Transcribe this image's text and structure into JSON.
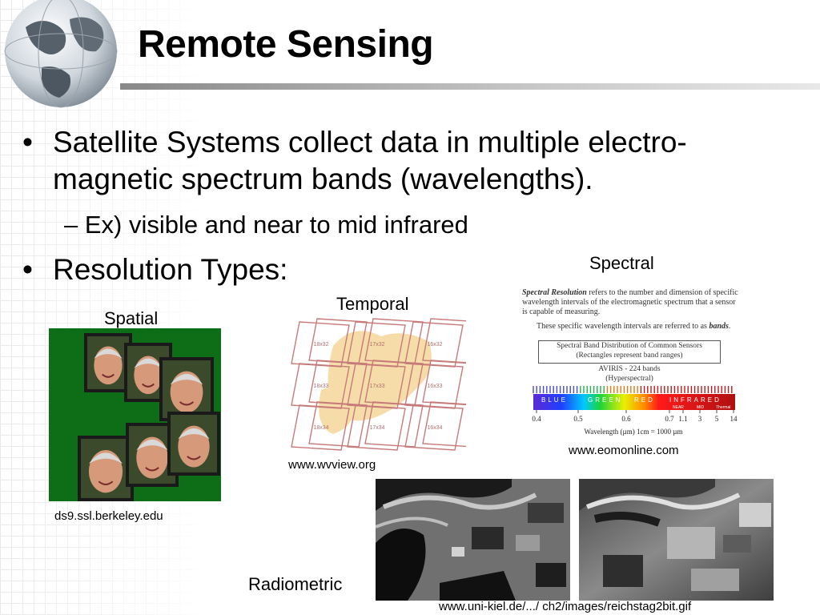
{
  "slide": {
    "title": "Remote Sensing",
    "bullets": [
      {
        "line1": "Satellite Systems collect data in multiple electro-",
        "line2": "magnetic spectrum bands (wavelengths)."
      },
      {
        "line1": "Resolution Types:"
      }
    ],
    "bullet_char": "•",
    "sub_bullets": [
      {
        "dash": "–",
        "text": "Ex) visible and near to mid infrared"
      }
    ]
  },
  "figures": {
    "spatial": {
      "label": "Spatial",
      "source": "ds9.ssl.berkeley.edu"
    },
    "temporal": {
      "label": "Temporal",
      "source": "www.wvview.org",
      "tiles": [
        "18x32",
        "17x32",
        "16x32",
        "18x33",
        "17x33",
        "16x33",
        "18x34",
        "17x34",
        "16x34"
      ]
    },
    "spectral": {
      "label": "Spectral",
      "source": "www.eomonline.com",
      "text_term": "Spectral Resolution",
      "text_rest": " refers to the number and dimension of specific",
      "text_line2": "wavelength intervals of the electromagnetic spectrum that a sensor",
      "text_line3": "is capable of measuring.",
      "text_line4_pre": "These specific wavelength intervals are referred to as ",
      "text_line4_term": "bands",
      "text_line4_post": ".",
      "box_line1": "Spectral Band Distribution of Common Sensors",
      "box_line2": "(Rectangles represent band ranges)",
      "sensor_line1": "AVIRIS - 224 bands",
      "sensor_line2": "(Hyperspectral)",
      "band_words": [
        "BLUE",
        "GREEN",
        "RED",
        "INFRARED"
      ],
      "ir_sub": [
        "NEAR",
        "MID",
        "Thermal"
      ],
      "ticks": [
        "0.4",
        "0.5",
        "0.6",
        "0.7",
        "1.1",
        "3",
        "5",
        "14"
      ],
      "axis_label": "Wavelength (µm)    1cm = 1000 µm"
    },
    "radiometric": {
      "label": "Radiometric",
      "source": "www.uni-kiel.de/.../ ch2/images/reichstag2bit.gif"
    }
  },
  "colors": {
    "accent": "#1a1a1a",
    "rule": "#8c8c8c",
    "spatial_bg": "#0e6d17",
    "temporal_tile": "#c77a7a",
    "temporal_shape": "#f6dca8"
  }
}
